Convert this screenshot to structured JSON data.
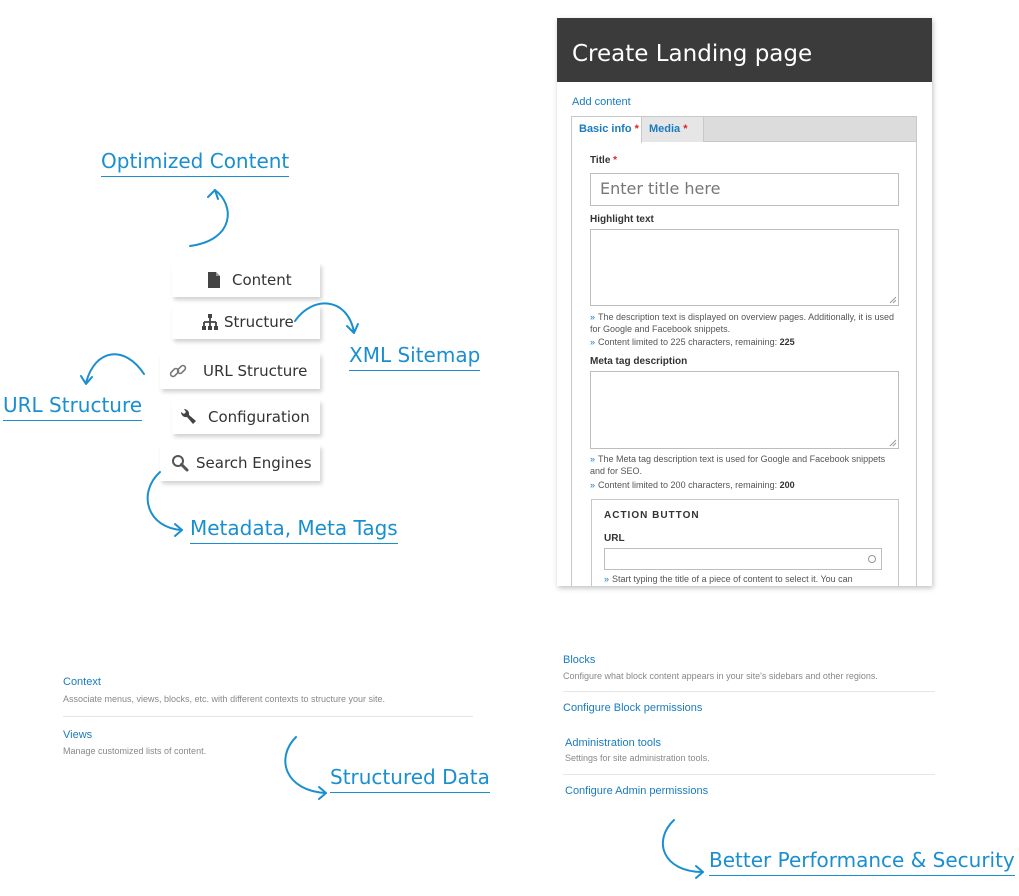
{
  "colors": {
    "accent": "#1a8fd0",
    "header_bg": "#3b3b3b",
    "link": "#1a7bbf",
    "required": "#d22222"
  },
  "callouts": {
    "optimized_content": "Optimized Content",
    "xml_sitemap": "XML Sitemap",
    "url_structure": "URL Structure",
    "metadata": "Metadata, Meta Tags",
    "structured_data": "Structured Data",
    "performance": "Better Performance & Security"
  },
  "admin_menu": {
    "items": [
      {
        "label": "Content",
        "icon": "document-icon"
      },
      {
        "label": "Structure",
        "icon": "sitemap-icon"
      },
      {
        "label": "URL Structure",
        "icon": "link-icon"
      },
      {
        "label": "Configuration",
        "icon": "wrench-icon"
      },
      {
        "label": "Search Engines",
        "icon": "magnifier-icon"
      }
    ]
  },
  "form": {
    "header_title": "Create Landing page",
    "add_content": "Add content",
    "tabs": [
      {
        "label": "Basic info",
        "required": "*"
      },
      {
        "label": "Media",
        "required": "*"
      }
    ],
    "title_label": "Title",
    "title_required": "*",
    "title_placeholder": "Enter title here",
    "highlight_label": "Highlight text",
    "highlight_hint_1": "The description text is displayed on overview pages. Additionally, it is used for Google and Facebook snippets.",
    "highlight_hint_2_prefix": "Content limited to 225 characters, remaining:",
    "highlight_remaining": "225",
    "meta_label": "Meta tag description",
    "meta_hint_1": "The Meta tag description text is used for Google and Facebook snippets and for SEO.",
    "meta_hint_2_prefix": "Content limited to 200 characters, remaining:",
    "meta_remaining": "200",
    "hint_marker": "»",
    "action_button_legend": "ACTION BUTTON",
    "url_label": "URL",
    "url_hint": "Start typing the title of a piece of content to select it. You can"
  },
  "admin_left": [
    {
      "title": "Context",
      "desc": "Associate menus, views, blocks, etc. with different contexts to structure your site."
    },
    {
      "title": "Views",
      "desc": "Manage customized lists of content."
    }
  ],
  "admin_right": {
    "blocks_title": "Blocks",
    "blocks_desc": "Configure what block content appears in your site's sidebars and other regions.",
    "block_permissions": "Configure Block permissions",
    "admin_tools_title": "Administration tools",
    "admin_tools_desc": "Settings for site administration tools.",
    "admin_permissions": "Configure Admin permissions"
  }
}
